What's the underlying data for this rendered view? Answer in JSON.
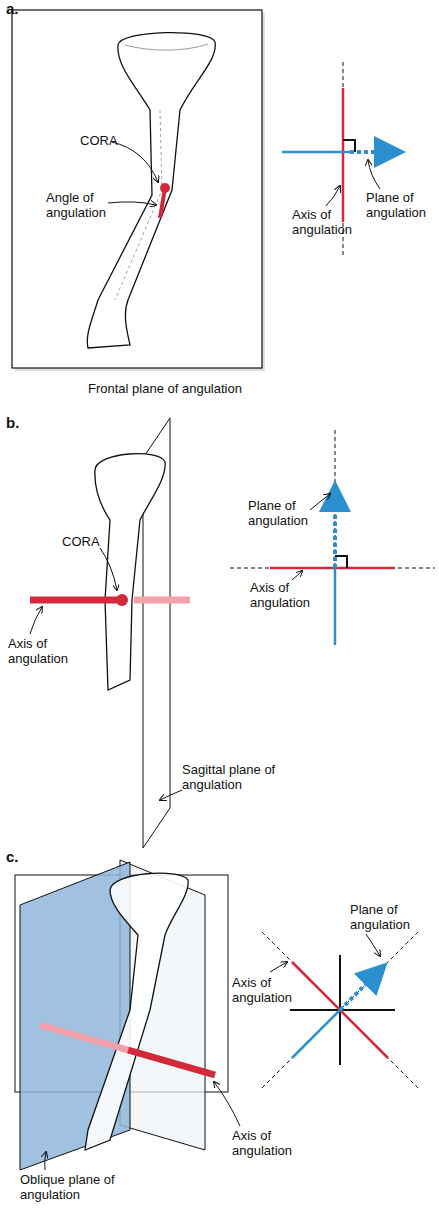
{
  "diagram": {
    "labels": [
      "a.",
      "CORA",
      "Angle of angulation",
      "Frontal plane of angulation",
      "Axis of angulation",
      "Plane of angulation",
      "b.",
      "CORA",
      "Plane of angulation",
      "Axis of angulation",
      "Axis of angulation",
      "Sagittal plane of angulation",
      "c.",
      "Plane of angulation",
      "Axis of angulation",
      "Axis of angulation",
      "Oblique plane of angulation"
    ]
  }
}
